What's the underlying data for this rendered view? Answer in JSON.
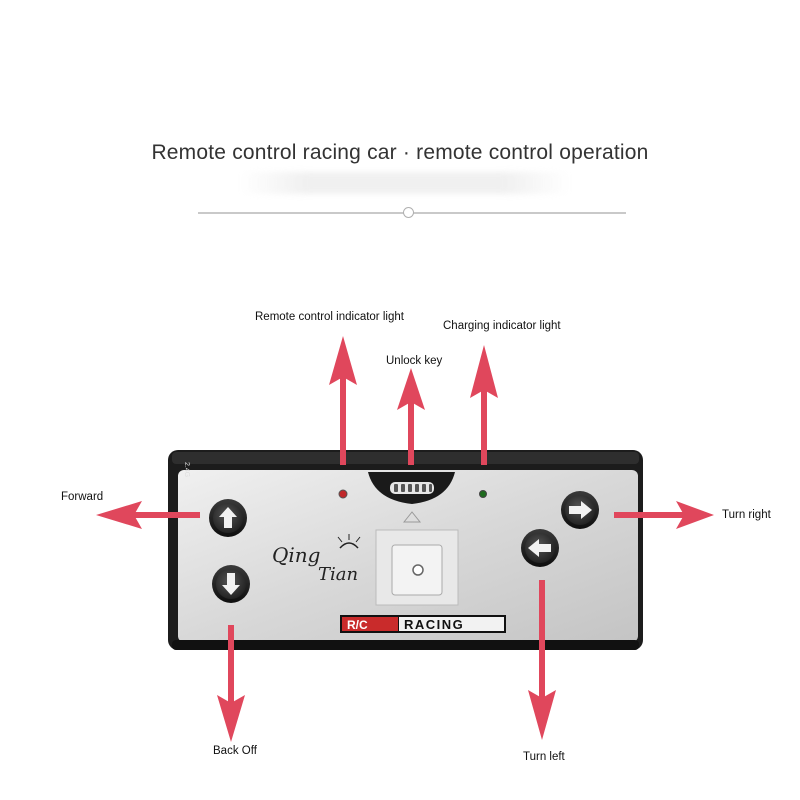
{
  "header": {
    "title": "Remote control racing car · remote control operation"
  },
  "labels": {
    "remote_indicator": "Remote control indicator light",
    "charging_indicator": "Charging indicator light",
    "unlock_key": "Unlock key",
    "forward": "Forward",
    "turn_right": "Turn right",
    "back_off": "Back Off",
    "turn_left": "Turn left"
  },
  "device": {
    "brand_logo": "Qing Tian",
    "badge_left": "R/C",
    "badge_right": "RACING",
    "side_mark": "2.4G",
    "body_color": "#1a1a1a",
    "face_color": "#dcdcdc"
  },
  "colors": {
    "arrow": "#e0475c",
    "indicator_red": "#c0282a",
    "indicator_green": "#1e6b1e"
  },
  "icons": [
    "arrow-up-icon",
    "arrow-down-icon",
    "arrow-left-icon",
    "arrow-right-icon"
  ]
}
